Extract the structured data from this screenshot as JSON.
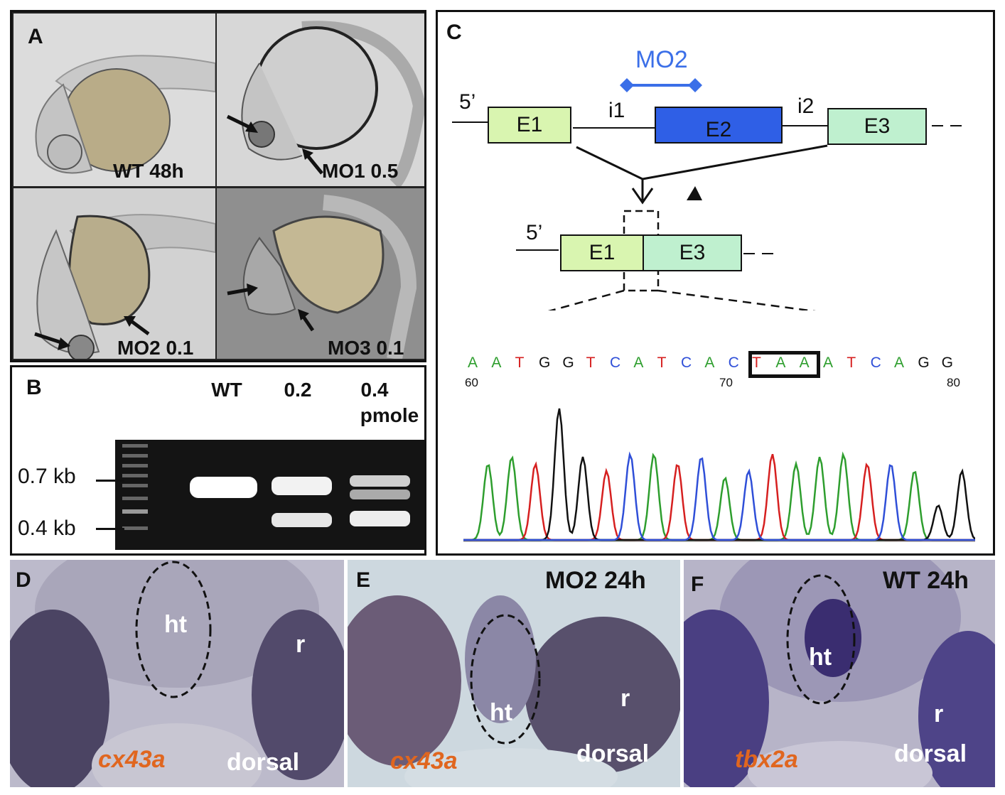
{
  "panel_a": {
    "label": "A",
    "tiles": [
      {
        "caption": "WT 48h"
      },
      {
        "caption": "MO1 0.5"
      },
      {
        "caption": "MO2 0.1"
      },
      {
        "caption": "MO3 0.1"
      }
    ]
  },
  "panel_b": {
    "label": "B",
    "lanes": [
      "WT",
      "0.2",
      "0.4"
    ],
    "unit": "pmole",
    "markers": [
      "0.7 kb",
      "0.4 kb"
    ]
  },
  "panel_c": {
    "label": "C",
    "mo_label": "MO2",
    "five_prime": "5’",
    "exons": {
      "e1": "E1",
      "e2": "E2",
      "e3": "E3"
    },
    "introns": {
      "i1": "i1",
      "i2": "i2"
    },
    "sequence": [
      "A",
      "A",
      "T",
      "G",
      "G",
      "T",
      "C",
      "A",
      "T",
      "C",
      "A",
      "C",
      "T",
      "A",
      "A",
      "A",
      "T",
      "C",
      "A",
      "G",
      "G"
    ],
    "ticks": [
      "60",
      "70",
      "80"
    ],
    "colors": {
      "A": "#2e9e2e",
      "T": "#d62020",
      "G": "#111111",
      "C": "#2f4fd8",
      "E2": "#2f5fe6",
      "E1": "#d9f5b0",
      "E3": "#bff0cf",
      "mo": "#3b6fe8"
    }
  },
  "panel_d": {
    "label": "D",
    "ht": "ht",
    "r": "r",
    "gene": "cx43a",
    "view": "dorsal"
  },
  "panel_e": {
    "label": "E",
    "ht": "ht",
    "r": "r",
    "gene": "cx43a",
    "view": "dorsal",
    "caption": "MO2 24h"
  },
  "panel_f": {
    "label": "F",
    "ht": "ht",
    "r": "r",
    "gene": "tbx2a",
    "view": "dorsal",
    "caption": "WT 24h"
  }
}
